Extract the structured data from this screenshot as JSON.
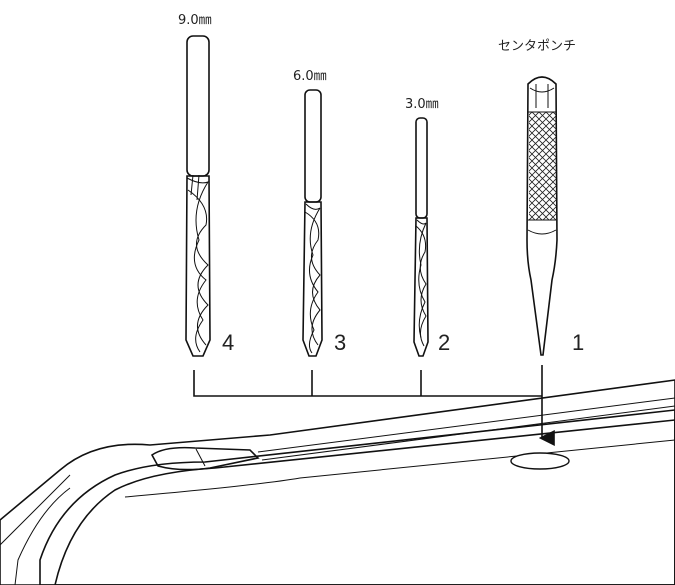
{
  "tools": [
    {
      "id": "drill-9",
      "size_label": "9.0㎜",
      "step": "4"
    },
    {
      "id": "drill-6",
      "size_label": "6.0㎜",
      "step": "3"
    },
    {
      "id": "drill-3",
      "size_label": "3.0㎜",
      "step": "2"
    },
    {
      "id": "center-punch",
      "name_label": "センタポンチ",
      "step": "1"
    }
  ],
  "colors": {
    "line": "#111111",
    "panel_fill": "#d9d9d9",
    "rim_fill": "#f0f0f0",
    "hole_fill": "#ffffff"
  }
}
